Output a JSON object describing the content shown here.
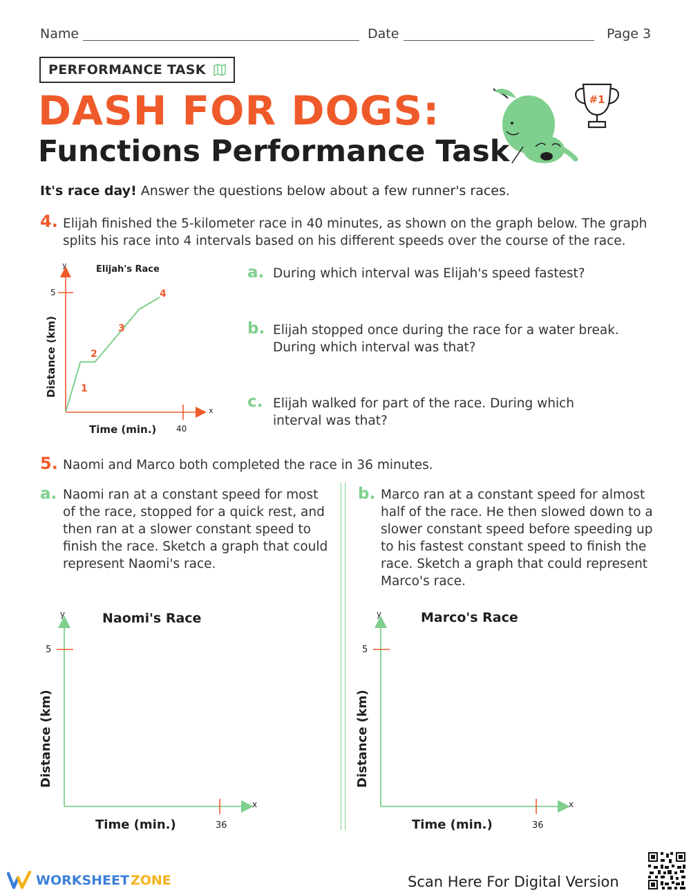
{
  "header": {
    "name_label": "Name",
    "date_label": "Date",
    "page_label": "Page 3"
  },
  "task_label": "PERFORMANCE TASK",
  "title": {
    "line1": "DASH FOR DOGS:",
    "line2": "Functions Performance Task"
  },
  "trophy_text": "#1",
  "intro": {
    "bold": "It's race day!",
    "text": " Answer the questions below about a few runner's races."
  },
  "q4": {
    "number": "4.",
    "text": "Elijah finished the 5-kilometer race in 40 minutes, as shown on the graph below. The graph splits his race into 4 intervals based on his different speeds over the course of the race.",
    "parts": [
      {
        "letter": "a.",
        "text": "During which interval was Elijah's speed fastest?"
      },
      {
        "letter": "b.",
        "text": "Elijah stopped once during the race for a water break. During which interval was that?"
      },
      {
        "letter": "c.",
        "text": "Elijah walked for part of the race. During which interval was that?"
      }
    ]
  },
  "q5": {
    "number": "5.",
    "text": "Naomi and Marco both completed the race in 36 minutes.",
    "parts": [
      {
        "letter": "a.",
        "text": "Naomi ran at a constant speed for most of the race, stopped for a quick rest, and then ran at a slower constant speed to finish the race. Sketch a graph that could represent Naomi's race."
      },
      {
        "letter": "b.",
        "text": "Marco ran at a constant speed for almost half of the race. He then slowed down to a slower constant speed before speeding up to his fastest constant speed to finish the race. Sketch a graph that could represent Marco's race."
      }
    ]
  },
  "chart_data": [
    {
      "type": "line",
      "title": "Elijah's Race",
      "xlabel": "Time (min.)",
      "ylabel": "Distance (km)",
      "x_axis_letter": "x",
      "y_axis_letter": "y",
      "x_tick": "40",
      "y_tick": "5",
      "xlim": [
        0,
        40
      ],
      "ylim": [
        0,
        5
      ],
      "points": [
        [
          0,
          0
        ],
        [
          5,
          2.1
        ],
        [
          10,
          2.1
        ],
        [
          25,
          4.3
        ],
        [
          32,
          4.8
        ]
      ],
      "interval_labels": [
        "1",
        "2",
        "3",
        "4"
      ],
      "line_color": "#7fcf8e",
      "axis_color": "#ef5a2a"
    },
    {
      "type": "line",
      "title": "Naomi's Race",
      "xlabel": "Time (min.)",
      "ylabel": "Distance (km)",
      "x_axis_letter": "x",
      "y_axis_letter": "y",
      "x_tick": "36",
      "y_tick": "5",
      "points": [],
      "axis_color": "#7fcf8e",
      "tick_color": "#ef5a2a"
    },
    {
      "type": "line",
      "title": "Marco's Race",
      "xlabel": "Time (min.)",
      "ylabel": "Distance (km)",
      "x_axis_letter": "x",
      "y_axis_letter": "y",
      "x_tick": "36",
      "y_tick": "5",
      "points": [],
      "axis_color": "#7fcf8e",
      "tick_color": "#ef5a2a"
    }
  ],
  "footer": {
    "brand_a": "WORKSHEET",
    "brand_b": "ZONE",
    "scan_text": "Scan Here For Digital Version"
  },
  "colors": {
    "accent": "#ef5a2a",
    "green": "#7fcf8e",
    "brand_blue": "#3b7fd9",
    "brand_yellow": "#f5b21c"
  }
}
